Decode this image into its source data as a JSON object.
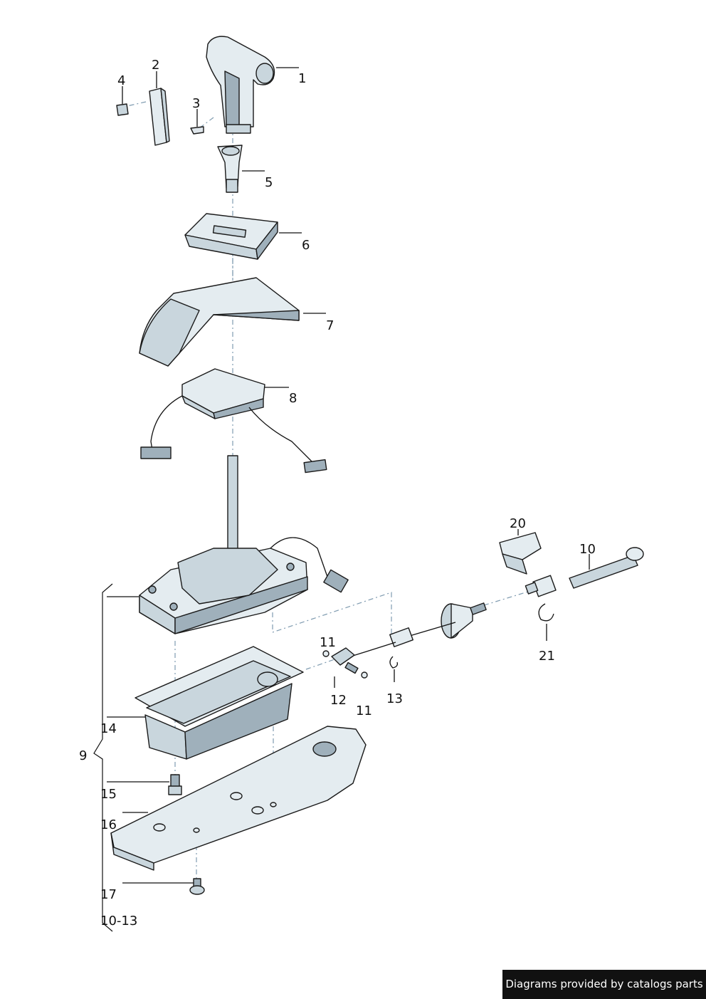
{
  "callouts": {
    "c1": "1",
    "c2": "2",
    "c3": "3",
    "c4": "4",
    "c5": "5",
    "c6": "6",
    "c7": "7",
    "c8": "8",
    "c9": "9",
    "c10": "10",
    "c11a": "11",
    "c11b": "11",
    "c12": "12",
    "c13": "13",
    "c14": "14",
    "c15": "15",
    "c16": "16",
    "c17": "17",
    "c1013": "10-13",
    "c20": "20",
    "c21": "21"
  },
  "footer": {
    "text": "Diagrams provided by catalogs parts"
  },
  "colors": {
    "part_light": "#e4ecf0",
    "part_mid": "#c9d6dd",
    "part_dark": "#9fb0bb",
    "axis_line": "#7f9bb0",
    "footer_bg": "#111111"
  }
}
